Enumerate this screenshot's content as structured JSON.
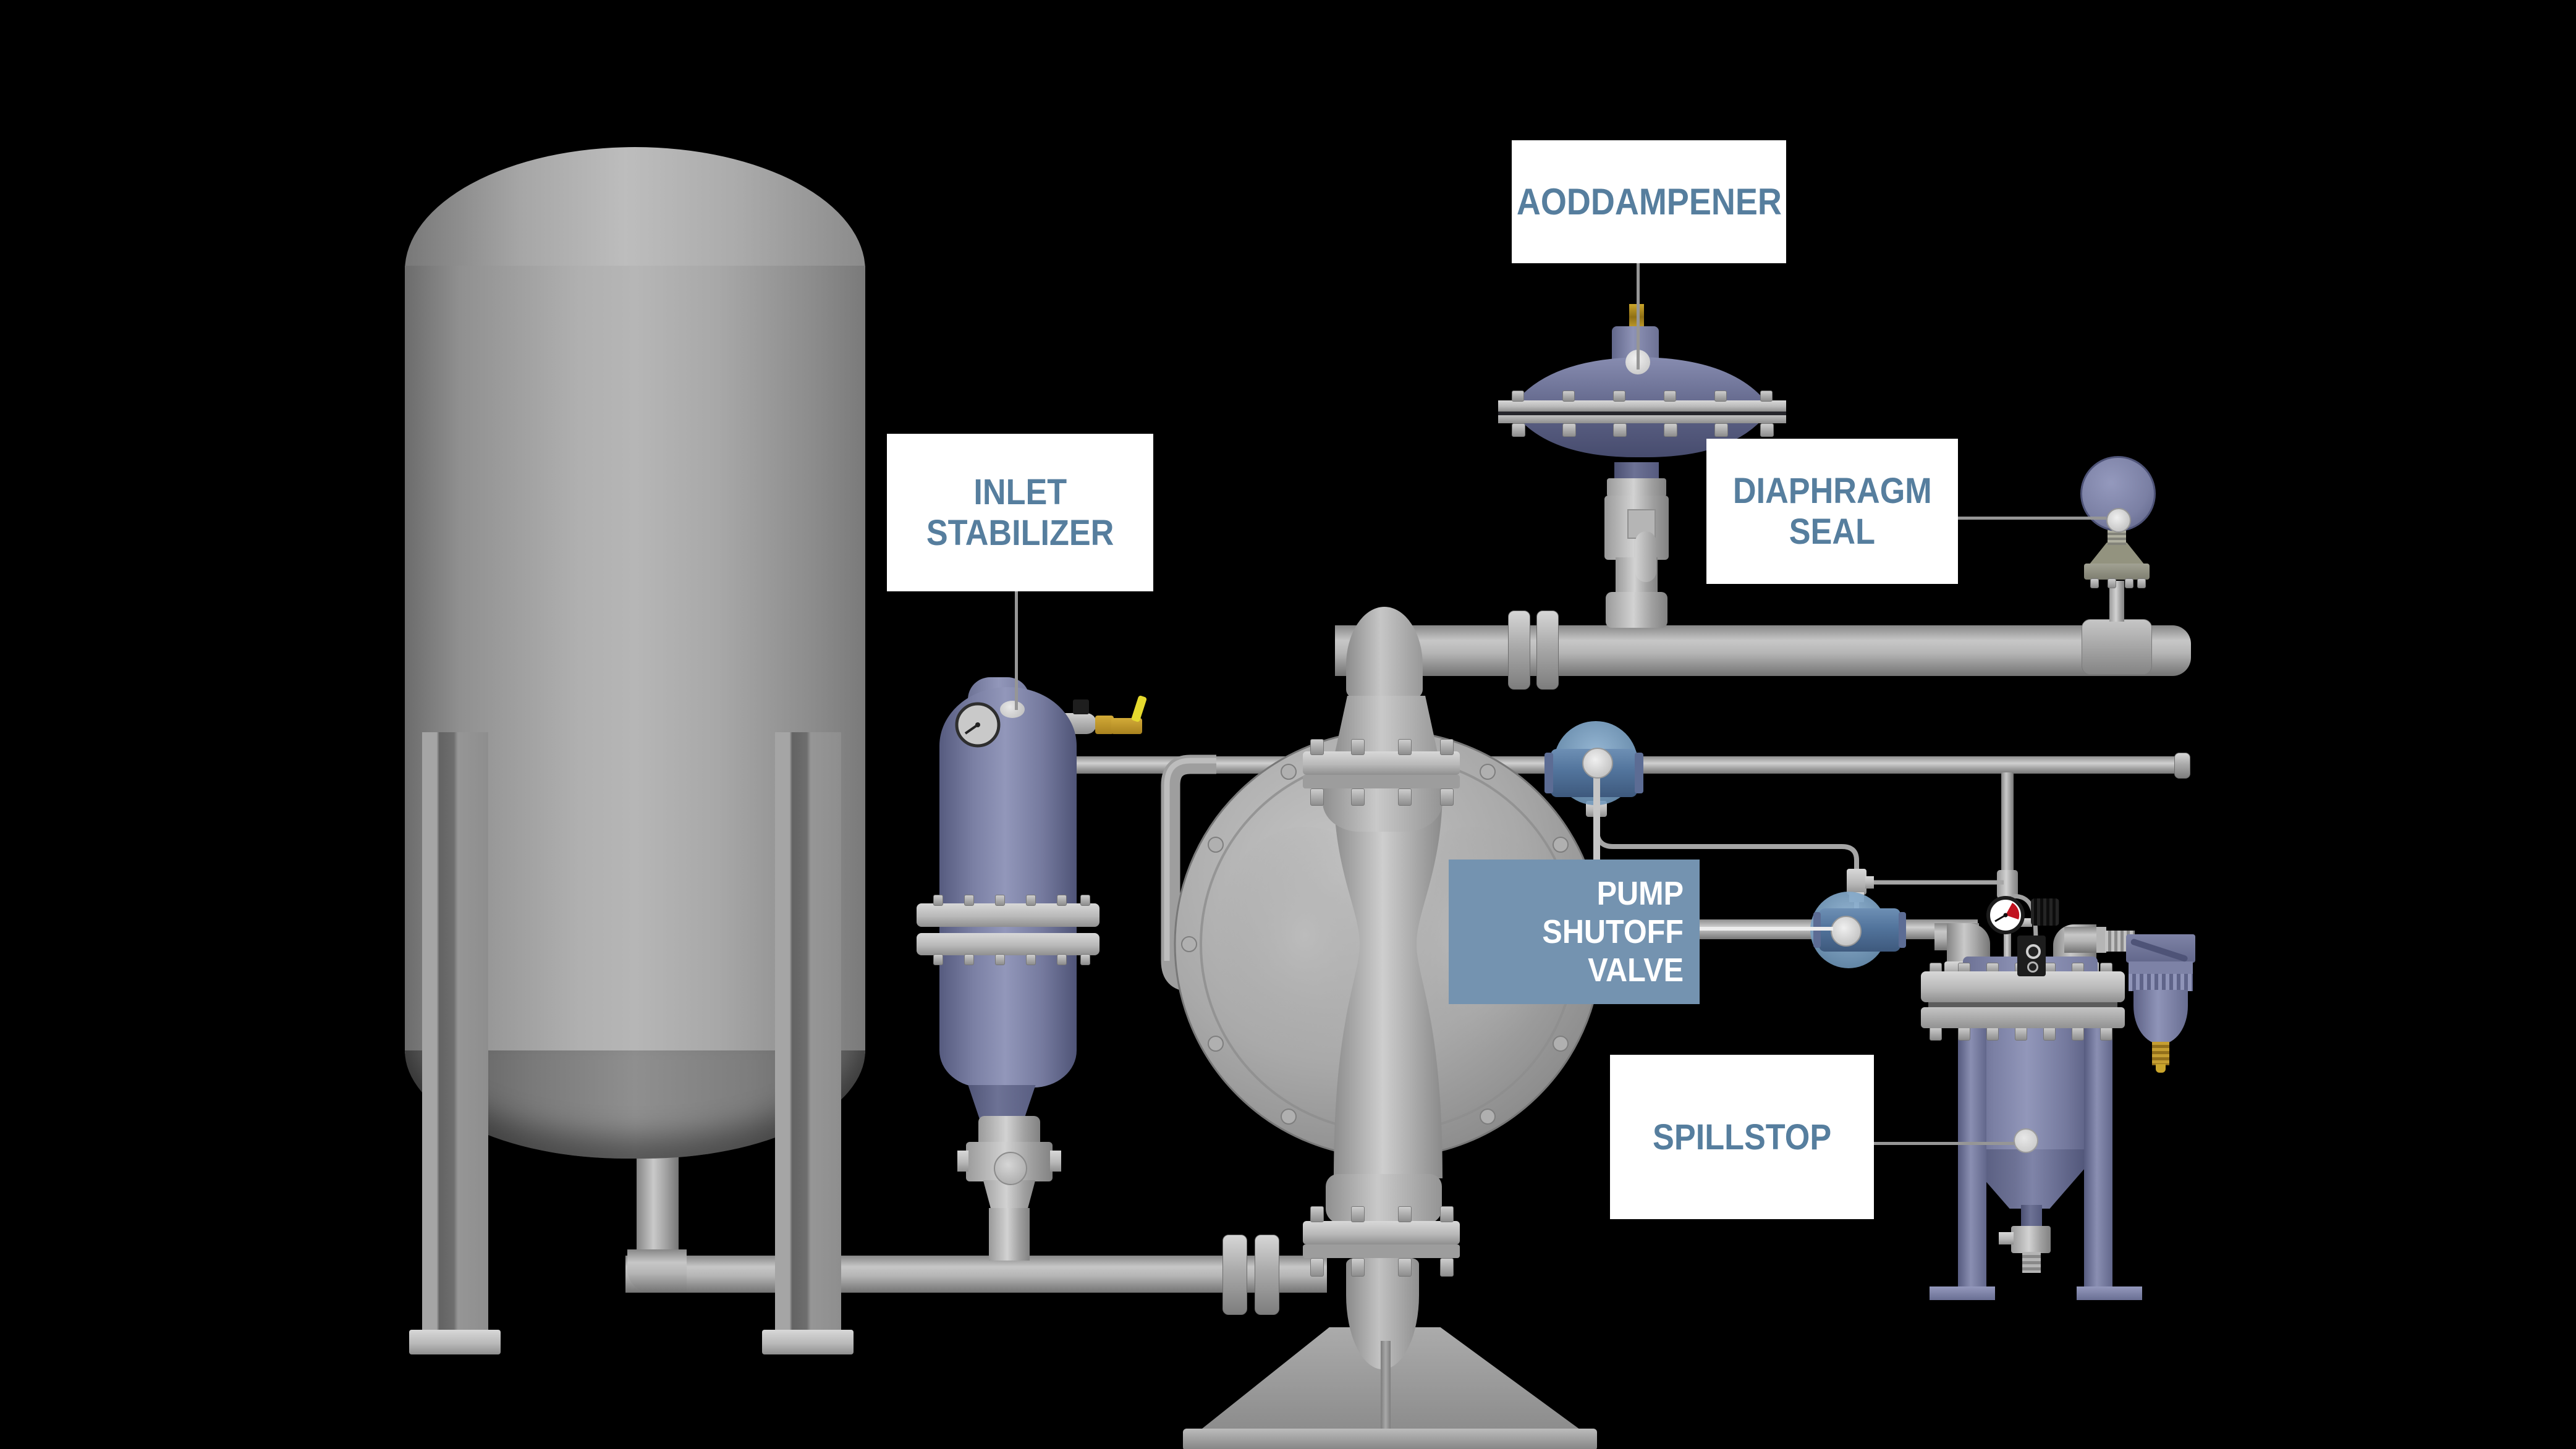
{
  "scene": {
    "type": "industrial pump system 3D diagram",
    "background": "#000000"
  },
  "labels": {
    "aoddampener": {
      "text": "AODDAMPENER",
      "bg": "#ffffff",
      "color": "#567e9e"
    },
    "inlet_stabilizer": {
      "line1": "INLET",
      "line2": "STABILIZER",
      "bg": "#ffffff",
      "color": "#567e9e"
    },
    "diaphragm_seal": {
      "line1": "DIAPHRAGM",
      "line2": "SEAL",
      "bg": "#ffffff",
      "color": "#567e9e"
    },
    "pump_shutoff_valve": {
      "line1": "PUMP",
      "line2": "SHUTOFF",
      "line3": "VALVE",
      "bg": "#7493b0",
      "color": "#ffffff"
    },
    "spillstop": {
      "text": "SPILLSTOP",
      "bg": "#ffffff",
      "color": "#567e9e"
    }
  },
  "colors": {
    "background": "#000000",
    "label_bg": "#ffffff",
    "label_text": "#567e9e",
    "pump_label_bg": "#7493b0",
    "pump_label_text": "#ffffff",
    "leader_line": "#969696",
    "valve_highlight": "#84a9cd",
    "valve_body_blue": "#52749c",
    "equipment_purple": "#7b80a4",
    "metal_gray": "#a8a8a8",
    "brass": "#bf9427",
    "gauge_red": "#c1121f"
  }
}
